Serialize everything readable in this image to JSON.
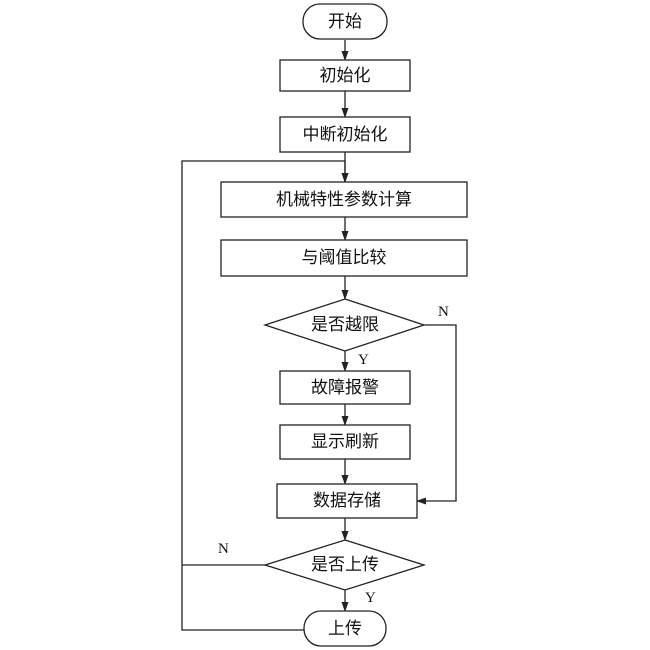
{
  "colors": {
    "stroke": "#222222",
    "text": "#111111",
    "background": "#ffffff"
  },
  "nodes": {
    "start": "开始",
    "init": "初始化",
    "interrupt_init": "中断初始化",
    "calc": "机械特性参数计算",
    "compare": "与阈值比较",
    "over_limit": "是否越限",
    "alarm": "故障报警",
    "refresh": "显示刷新",
    "store": "数据存储",
    "upload_q": "是否上传",
    "upload": "上传"
  },
  "branches": {
    "over_limit_no": "N",
    "over_limit_yes": "Y",
    "upload_no": "N",
    "upload_yes": "Y"
  }
}
